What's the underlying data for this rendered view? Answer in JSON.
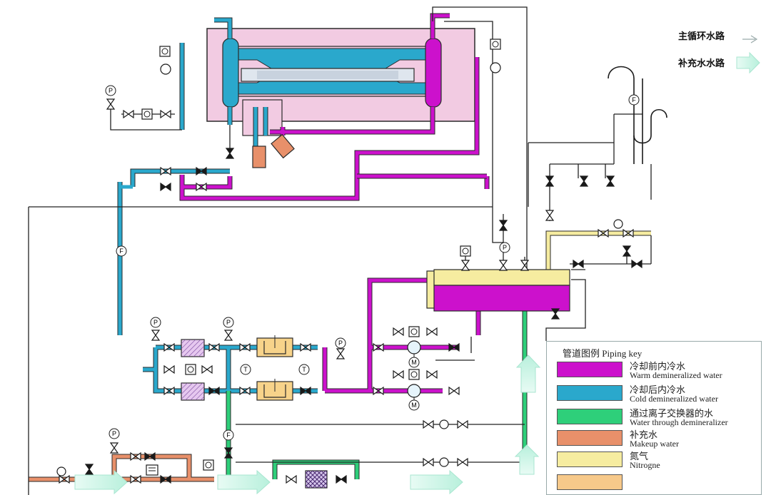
{
  "colors": {
    "warm": "#cc11cc",
    "cold": "#2aa8cc",
    "demin": "#2ecf7a",
    "makeup": "#e8906a",
    "nitrogen": "#f6eca0",
    "outline": "#2a2a2a",
    "enclosure": "#f2cbe2",
    "valve": "#1a1a1a"
  },
  "flow_legend": {
    "main_circuit": "主循环水路",
    "makeup_circuit": "补充水水路"
  },
  "instruments": {
    "pressure": "P",
    "flow": "F",
    "temperature": "T",
    "motor": "M"
  },
  "piping_key": {
    "title": "管道图例  Piping key",
    "items": [
      {
        "cn": "冷却前内冷水",
        "en": "Warm demineralized  water",
        "color": "#cc11cc"
      },
      {
        "cn": "冷却后内冷水",
        "en": "Cold demineralized  water",
        "color": "#2aa8cc"
      },
      {
        "cn": "通过离子交换器的水",
        "en": "Water through demineralizer",
        "color": "#2ecf7a"
      },
      {
        "cn": "补充水",
        "en": "Makeup water",
        "color": "#e8906a"
      },
      {
        "cn": "氮气",
        "en": "Nitrogne",
        "color": "#f6eca0"
      }
    ]
  }
}
